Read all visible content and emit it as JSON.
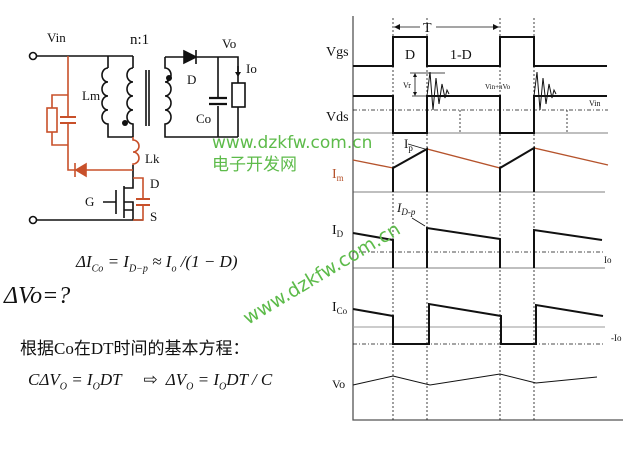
{
  "circuit": {
    "vin": "Vin",
    "ratio": "n:1",
    "vo": "Vo",
    "io": "Io",
    "diode": "D",
    "lm": "Lm",
    "co": "Co",
    "lk": "Lk",
    "drain": "D",
    "gate": "G",
    "source": "S"
  },
  "waveforms": {
    "vgs": "Vgs",
    "vds": "Vds",
    "im": "I",
    "im_sub": "m",
    "id": "I",
    "id_sub": "D",
    "io": "Io",
    "ico": "I",
    "ico_sub": "Co",
    "neg_io": "-Io",
    "vo": "Vo",
    "period": "T",
    "duty": "D",
    "off_duty": "1-D",
    "vr": "Vr",
    "vin_nvo": "Vin+nVo",
    "vin": "Vin",
    "ip": "I",
    "ip_sub": "p",
    "idp": "I",
    "idp_sub": "D-p"
  },
  "equations": {
    "delta_ico": "ΔI",
    "delta_ico_sub": "Co",
    "delta_ico_rhs": " = I",
    "delta_ico_rhs_sub": "D−p",
    "delta_ico_rhs2": " ≈ I",
    "delta_ico_rhs2_sub": "o",
    "delta_ico_rhs3": " /(1 − D)",
    "question": "ΔVo=?",
    "basis": "根据Co在DT时间的基本方程：",
    "eq1": "CΔV",
    "eq1_sub": "O",
    "eq1_rhs": " = I",
    "eq1_rhs_sub": "O",
    "eq1_rhs2": "DT",
    "arrow": "⇨",
    "eq2": "ΔV",
    "eq2_sub": "O",
    "eq2_rhs": " = I",
    "eq2_rhs_sub": "O",
    "eq2_rhs2": "DT / C"
  },
  "watermark": {
    "url": "www.dzkfw.com.cn",
    "name": "电子开发网",
    "url2": "www.dzkfw.com.cn"
  },
  "colors": {
    "snubber": "#c8502a",
    "im_wave": "#b5532c",
    "watermark": "#5dbb4a"
  }
}
